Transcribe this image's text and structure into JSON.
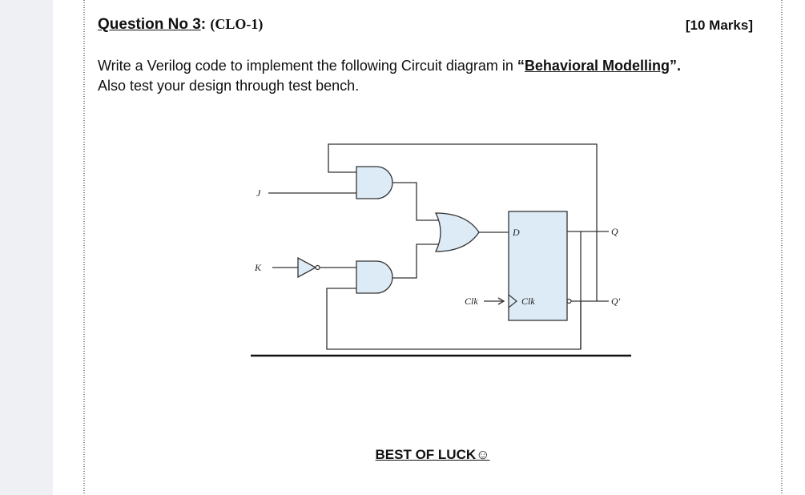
{
  "question": {
    "title_main": "Question No 3",
    "title_colon": ": ",
    "clo": "(CLO-1)",
    "marks": "[10 Marks]"
  },
  "instruction": {
    "line1_prefix": "Write a Verilog code to implement the following Circuit diagram in ",
    "open_quote": "“",
    "emphasis": "Behavioral Modelling",
    "close_quote": "”.",
    "line2": "Also test your design through test bench."
  },
  "circuit": {
    "input_j": "J",
    "input_k": "K",
    "d_label": "D",
    "clk_in_label": "Clk",
    "clk_pin_label": "Clk",
    "out_q": "Q",
    "out_q_bar": "Q′",
    "gate_fill": "#dcebf6",
    "stroke": "#333333"
  },
  "footer": {
    "text": "BEST OF LUCK☺"
  }
}
